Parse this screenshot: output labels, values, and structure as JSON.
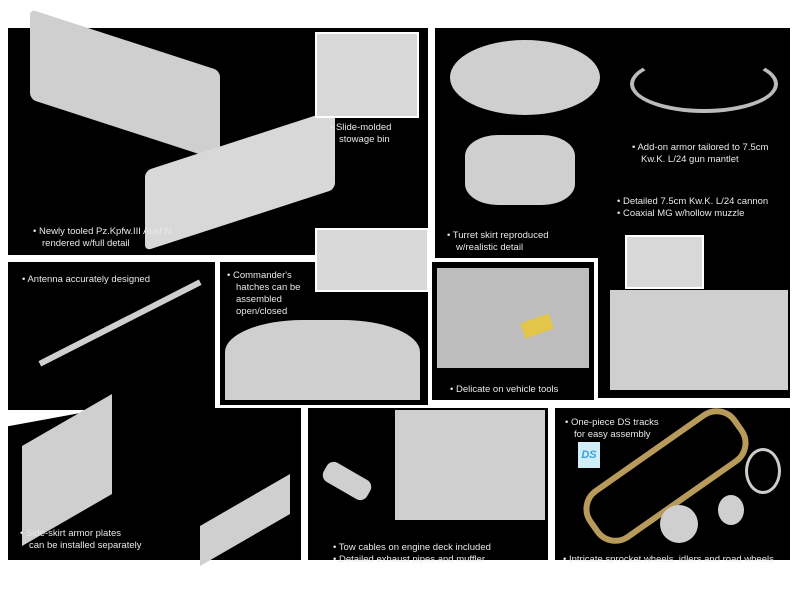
{
  "callouts": {
    "hull": [
      "Newly tooled Pz.Kpfw.III Ausf.N",
      "rendered w/full detail"
    ],
    "stowage": [
      "Slide-molded",
      "stowage bin"
    ],
    "turret_skirt": [
      "Turret skirt reproduced",
      "w/realistic detail"
    ],
    "addon_armor": [
      "Add-on armor tailored to 7.5cm",
      "Kw.K. L/24 gun mantlet"
    ],
    "cannon": "Detailed 7.5cm Kw.K. L/24 cannon",
    "coaxial": "Coaxial MG w/hollow muzzle",
    "antenna": "Antenna accurately designed",
    "commander": [
      "Commander's",
      "hatches can be",
      "assembled",
      "open/closed"
    ],
    "tools": "Delicate on vehicle tools",
    "side_skirt": [
      "Side-skirt armor plates",
      "can be installed separately"
    ],
    "tow": "Tow cables on engine deck included",
    "exhaust": "Detailed exhaust pipes and muffler",
    "tracks": [
      "One-piece DS tracks",
      "for easy assembly"
    ],
    "wheels": "Intricate sprocket wheels, idlers and road wheels"
  },
  "logo": "DS",
  "colors": {
    "background": "#000000",
    "model": "#cfcfcf",
    "tracks": "#b89a5a",
    "logo": "#3aa0d8"
  }
}
